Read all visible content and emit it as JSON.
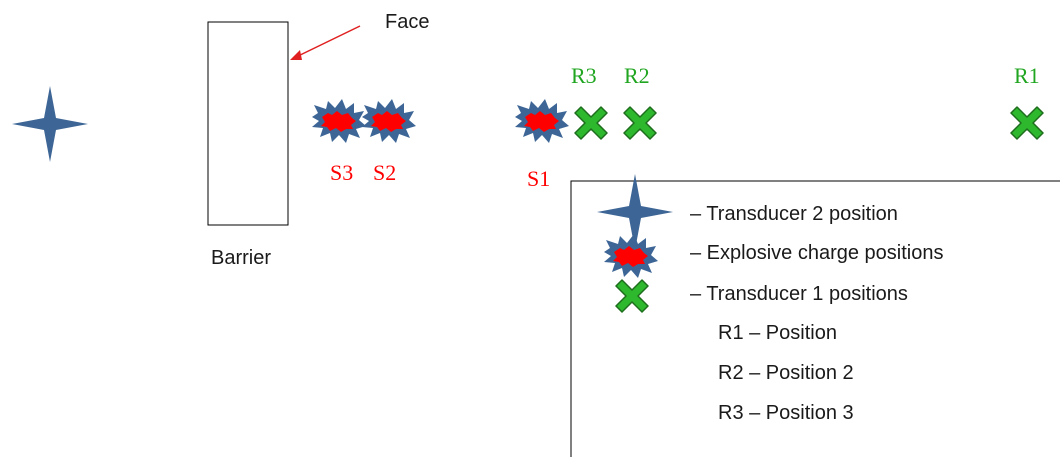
{
  "colors": {
    "transducer_star": "#3d6696",
    "charge_outer": "#3d6696",
    "charge_inner": "#ff0000",
    "transducer1_cross_fill": "#2eb82e",
    "transducer1_cross_stroke": "#1e6e1e",
    "charge_label": "#ff0000",
    "receiver_label": "#1fa51f",
    "line": "#000000",
    "arrow": "#e02020"
  },
  "labels": {
    "face": "Face",
    "barrier": "Barrier",
    "charges": [
      "S3",
      "S2",
      "S1"
    ],
    "receivers": [
      "R3",
      "R2",
      "R1"
    ]
  },
  "legend": {
    "entries": [
      {
        "icon": "four-point-star-icon",
        "text": "– Transducer 2 position"
      },
      {
        "icon": "explosion-icon",
        "text": "– Explosive charge positions"
      },
      {
        "icon": "green-cross-icon",
        "text": "– Transducer 1 positions"
      }
    ],
    "positions": [
      "R1 – Position",
      "R2 – Position 2",
      "R3 – Position 3"
    ]
  }
}
